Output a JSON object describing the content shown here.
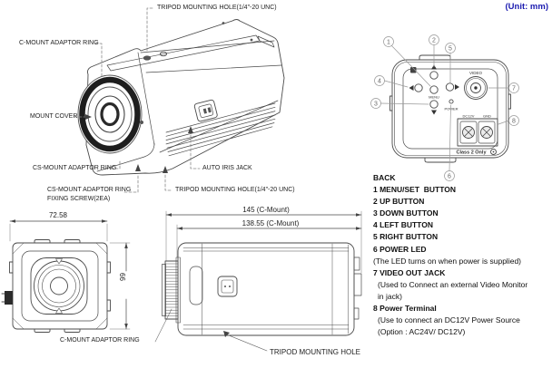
{
  "unit_label": "(Unit: mm)",
  "colors": {
    "accent_blue": "#1b1bb0",
    "line_gray": "#4a4a4a"
  },
  "perspective_view": {
    "labels": {
      "tripod_top": "TRIPOD MOUNTING HOLE(1/4\"-20 UNC)",
      "c_mount_ring": "C-MOUNT ADAPTOR RING",
      "mount_cover": "MOUNT COVER",
      "cs_mount_ring": "CS-MOUNT ADAPTOR RING",
      "cs_fix_line1": "CS-MOUNT ADAPTOR RING",
      "cs_fix_line2": "FIXING SCREW(2EA)",
      "auto_iris": "AUTO IRIS JACK",
      "tripod_bottom": "TRIPOD MOUNTING HOLE(1/4\"-20 UNC)"
    }
  },
  "back_view": {
    "panel": {
      "video": "VIDEO",
      "menu": "MENU",
      "power": "POWER",
      "dc12v": "DC12V",
      "gnd": "GND",
      "class2": "Class 2 Only"
    },
    "callouts": [
      "1",
      "2",
      "3",
      "4",
      "5",
      "6",
      "7",
      "8"
    ]
  },
  "front_view": {
    "width_dim": "72.58",
    "height_dim": "66",
    "label": "C-MOUNT ADAPTOR RING"
  },
  "side_view": {
    "dim1": "145 (C-Mount)",
    "dim2": "138.55 (C-Mount)",
    "label": "TRIPOD MOUNTING HOLE"
  },
  "legend": {
    "rows": [
      {
        "text": "BACK"
      },
      {
        "text": "1 MENU/SET  BUTTON"
      },
      {
        "text": "2 UP BUTTON"
      },
      {
        "text": "3 DOWN BUTTON"
      },
      {
        "text": "4 LEFT BUTTON"
      },
      {
        "text": "5 RIGHT BUTTON"
      },
      {
        "text": "6 POWER LED"
      },
      {
        "text": "(The LED turns on when power is supplied)"
      },
      {
        "text": "7 VIDEO OUT JACK"
      },
      {
        "text": "(Used to Connect an external Video Monitor"
      },
      {
        "text": "in jack)"
      },
      {
        "text": "8 Power Terminal"
      },
      {
        "text": "(Use to connect an DC12V Power Source"
      },
      {
        "text": "(Option : AC24V/ DC12V)"
      }
    ]
  }
}
